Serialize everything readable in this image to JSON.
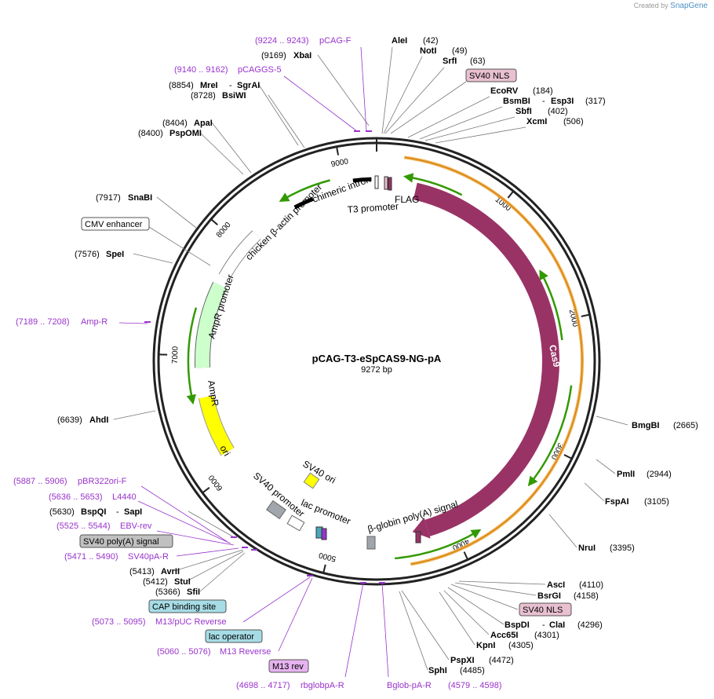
{
  "plasmid": {
    "name": "pCAG-T3-eSpCAS9-NG-pA",
    "size_label": "9272 bp",
    "length": 9272
  },
  "credit": {
    "prefix": "Created by",
    "brand": "SnapGene"
  },
  "ticks": [
    {
      "label": "1000",
      "pos": 1000
    },
    {
      "label": "2000",
      "pos": 2000
    },
    {
      "label": "3000",
      "pos": 3000
    },
    {
      "label": "4000",
      "pos": 4000
    },
    {
      "label": "5000",
      "pos": 5000
    },
    {
      "label": "6000",
      "pos": 6000
    },
    {
      "label": "7000",
      "pos": 7000
    },
    {
      "label": "8000",
      "pos": 8000
    },
    {
      "label": "9000",
      "pos": 9000
    }
  ],
  "features": [
    {
      "label": "Cas9",
      "start": 500,
      "end": 4380,
      "dir": "cw",
      "color": "#993366",
      "kind": "arrow"
    },
    {
      "label": "β-globin poly(A) signal",
      "start": 4400,
      "end": 4460,
      "dir": "none",
      "color": "#993366",
      "kind": "mark"
    },
    {
      "label": "chicken β-actin promoter",
      "start": 8450,
      "end": 8700,
      "dir": "none",
      "color": "#000000",
      "kind": "bar"
    },
    {
      "label": "chimeric intron",
      "start": 9050,
      "end": 9240,
      "dir": "none",
      "color": "#000000",
      "kind": "bar"
    },
    {
      "label": "CMV enhancer",
      "start": 8150,
      "end": 7700,
      "dir": "ccw",
      "color": "#ffffff",
      "kind": "arrow"
    },
    {
      "label": "AmpR promoter",
      "start": 7700,
      "end": 7600,
      "dir": "ccw",
      "color": "#ffffff",
      "kind": "arrow"
    },
    {
      "label": "AmpR",
      "start": 7580,
      "end": 6800,
      "dir": "ccw",
      "color": "#ccffcc",
      "kind": "arrow"
    },
    {
      "label": "ori",
      "start": 6650,
      "end": 6100,
      "dir": "ccw",
      "color": "#ffff00",
      "kind": "arrow"
    },
    {
      "label": "SV40 promoter",
      "start": 5600,
      "end": 5450,
      "dir": "ccw",
      "color": "#a0a6ab",
      "kind": "arrow"
    },
    {
      "label": "SV40 ori",
      "start": 5200,
      "end": 5300,
      "dir": "none",
      "color": "#ffff00",
      "kind": "block"
    },
    {
      "label": "lac promoter",
      "start": 5450,
      "end": 5350,
      "dir": "ccw",
      "color": "#ffffff",
      "kind": "arrow"
    },
    {
      "label": "FLAG",
      "start": 280,
      "end": 350,
      "dir": "none",
      "color": "#993366",
      "kind": "mark"
    },
    {
      "label": "T3 promoter",
      "start": 150,
      "end": 200,
      "dir": "none",
      "color": "#ffffff",
      "kind": "mark"
    }
  ],
  "enzymes": [
    {
      "name": "AleI",
      "pos": "(42)"
    },
    {
      "name": "NotI",
      "pos": "(49)"
    },
    {
      "name": "SrfI",
      "pos": "(63)"
    },
    {
      "name": "EcoRV",
      "pos": "(184)"
    },
    {
      "name": "BsmBI",
      "name2": "Esp3I",
      "pos": "(317)"
    },
    {
      "name": "SbfI",
      "pos": "(402)"
    },
    {
      "name": "XcmI",
      "pos": "(506)"
    },
    {
      "name": "BmgBI",
      "pos": "(2665)"
    },
    {
      "name": "PmlI",
      "pos": "(2944)"
    },
    {
      "name": "FspAI",
      "pos": "(3105)"
    },
    {
      "name": "NruI",
      "pos": "(3395)"
    },
    {
      "name": "AscI",
      "pos": "(4110)"
    },
    {
      "name": "BsrGI",
      "pos": "(4158)"
    },
    {
      "name": "BspDI",
      "name2": "ClaI",
      "pos": "(4296)"
    },
    {
      "name": "Acc65I",
      "pos": "(4301)"
    },
    {
      "name": "KpnI",
      "pos": "(4305)"
    },
    {
      "name": "PspXI",
      "pos": "(4472)"
    },
    {
      "name": "SphI",
      "pos": "(4485)"
    },
    {
      "name": "XbaI",
      "pos": "(9169)"
    },
    {
      "name": "MreI",
      "name2": "SgrAI",
      "pos": "(8854)"
    },
    {
      "name": "BsiWI",
      "pos": "(8728)"
    },
    {
      "name": "ApaI",
      "pos": "(8404)"
    },
    {
      "name": "PspOMI",
      "pos": "(8400)"
    },
    {
      "name": "SnaBI",
      "pos": "(7917)"
    },
    {
      "name": "SpeI",
      "pos": "(7576)"
    },
    {
      "name": "AhdI",
      "pos": "(6639)"
    },
    {
      "name": "BspQI",
      "name2": "SapI",
      "pos": "(5630)"
    },
    {
      "name": "AvrII",
      "pos": "(5413)"
    },
    {
      "name": "StuI",
      "pos": "(5412)"
    },
    {
      "name": "SfiI",
      "pos": "(5366)"
    }
  ],
  "primers": [
    {
      "label": "pCAG-F",
      "range": "(9224 .. 9243)"
    },
    {
      "label": "pCAGGS-5",
      "range": "(9140 .. 9162)"
    },
    {
      "label": "Amp-R",
      "range": "(7189 .. 7208)"
    },
    {
      "label": "pBR322ori-F",
      "range": "(5887 .. 5906)"
    },
    {
      "label": "L4440",
      "range": "(5636 .. 5653)"
    },
    {
      "label": "EBV-rev",
      "range": "(5525 .. 5544)"
    },
    {
      "label": "SV40pA-R",
      "range": "(5471 .. 5490)"
    },
    {
      "label": "M13/pUC Reverse",
      "range": "(5073 .. 5095)"
    },
    {
      "label": "M13 Reverse",
      "range": "(5060 .. 5076)"
    },
    {
      "label": "rbglobpA-R",
      "range": "(4698 .. 4717)"
    },
    {
      "label": "Bglob-pA-R",
      "range": ""
    },
    {
      "label": "",
      "range": "(4579 .. 4598)"
    }
  ],
  "boxed_features": [
    {
      "label": "SV40 NLS",
      "color": "#e8c0d0"
    },
    {
      "label": "CMV enhancer",
      "color": "#ffffff"
    },
    {
      "label": "SV40 poly(A) signal",
      "color": "#c0c0c0"
    },
    {
      "label": "CAP binding site",
      "color": "#a6dce6"
    },
    {
      "label": "lac operator",
      "color": "#a6dce6"
    },
    {
      "label": "M13 rev",
      "color": "#e6b3f0"
    },
    {
      "label": "SV40 NLS",
      "color": "#e8c0d0"
    }
  ]
}
